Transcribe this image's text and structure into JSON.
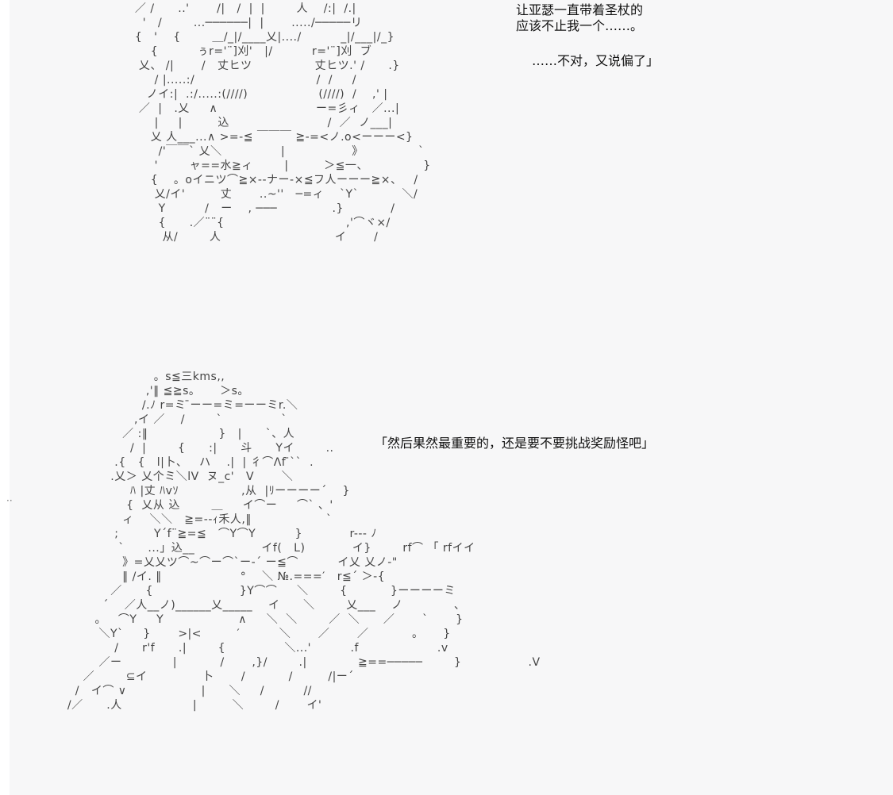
{
  "panel_top": {
    "line_1": "让亚瑟一直带着圣杖的",
    "line_2": "应该不止我一个……。",
    "line_3": "……不对，又说偏了」"
  },
  "panel_bottom": {
    "line_1": "「然后果然最重要的，还是要不要挑战奖励怪吧」"
  },
  "art_top": "  ／ /      ..'       /|   /  |  |        人    /:|  /.|\n    '   /        ...──────|  |       ...../─────リ\n  {   '    {        ＿/_|/____乂|..../          _|/___|/_}\n      {          ぅr='¨]刈'   |/          r='¨]刈  ブ\n   乂、 /|       /   丈ヒツ                丈ヒツ.' /      .}\n       / |.....:/                               /  /     /\n     ノイ:|  .:/.....:(////)                  (////)  /    ,' |\n   ／  |   .乂     ∧                         ー=彡ィ   ／...|\n       |     |         込                         /  ／  ノ___|\n      乂 人___...∧ >=-≦ ￣￣￣ ≧-=<ノ.o<ーーー<}\n        /'￣￣` 乂＼               |                 》              `\n       '        ャ==水≧ィ        |         ＞≦一、              }\n      {    。oイニツ⌒≧×--ナー-×≦フ人ーーー≧×、   /\n       乂/イ'         丈       ..~''   ─=ィ    `Y`           ＼/\n        Y          /   ー    , ───              .}            /\n        {      .／¨¨{                               ,'⌒ヾ×/\n         从/        人                             イ       /",
  "art_bottom": "                         。s≦三kms,,\n                       ,'‖ ≦≧s。     ＞s。\n                      /.ﾉ r=ミ ̄ーー=ミ=ーーミr.＼\n                    ,イ ／    /        `               `\n                 ／ :‖                  }   |      `、人\n                   /  |        {      :|      斗      Yイ        ..\n               .{   {   l|卜、   ハ    .|  | 彳⌒Λf ̄``  .\n              .乂＞ 乂个ミ＼lV  ヌ_c'   V       ＼\n                   ﾊ |丈 ﾊvｿ                ,从  |ﾘーーーー´    }\n                  {  乂从 込        ＿     イ⌒ー     ⌒` 、'\n                 ィ    ＼＼   ≧=--ｨ禾人,‖                   `\n               ;         Y´f¨≧=≦   ⌒Y⌒Y          }            r--- ﾉ\n                `      ...」込__                 イf(   L)            イ}        rf⌒ 「 rfイイ\n                 》=乂乂ツ⌒~⌒ー⌒`ー-´ ー≦⌒          イ乂 乂ノ-\"\n                 ‖ /イ. ‖                    °    ＼ №.===′   r≦´ ＞-{\n              ／      {                      }Y⌒⌒     ＼        {           }ーーーーミ\n            ´    ／人__ノ)______乂_____    イ      ＼        乂___    ノ             、\n          。   ⌒Y     Y                   ∧     ＼  ＼        ／  ＼      ／       `       }\n           ＼Y`     }       >|<         ′          ＼       ／       ／           。     }\n               /      r'f      .|        {               ＼...'          .f                    .v\n           ／ー             |           /       ,}/        .|             ≧==─────        }                 .V\n       ／        ⊆イ              卜       /           /         /|ー´\n     /   イ⌒ ∨                   |      ＼     /          //\n   /／      .人                  |         ＼        /       イ'"
}
